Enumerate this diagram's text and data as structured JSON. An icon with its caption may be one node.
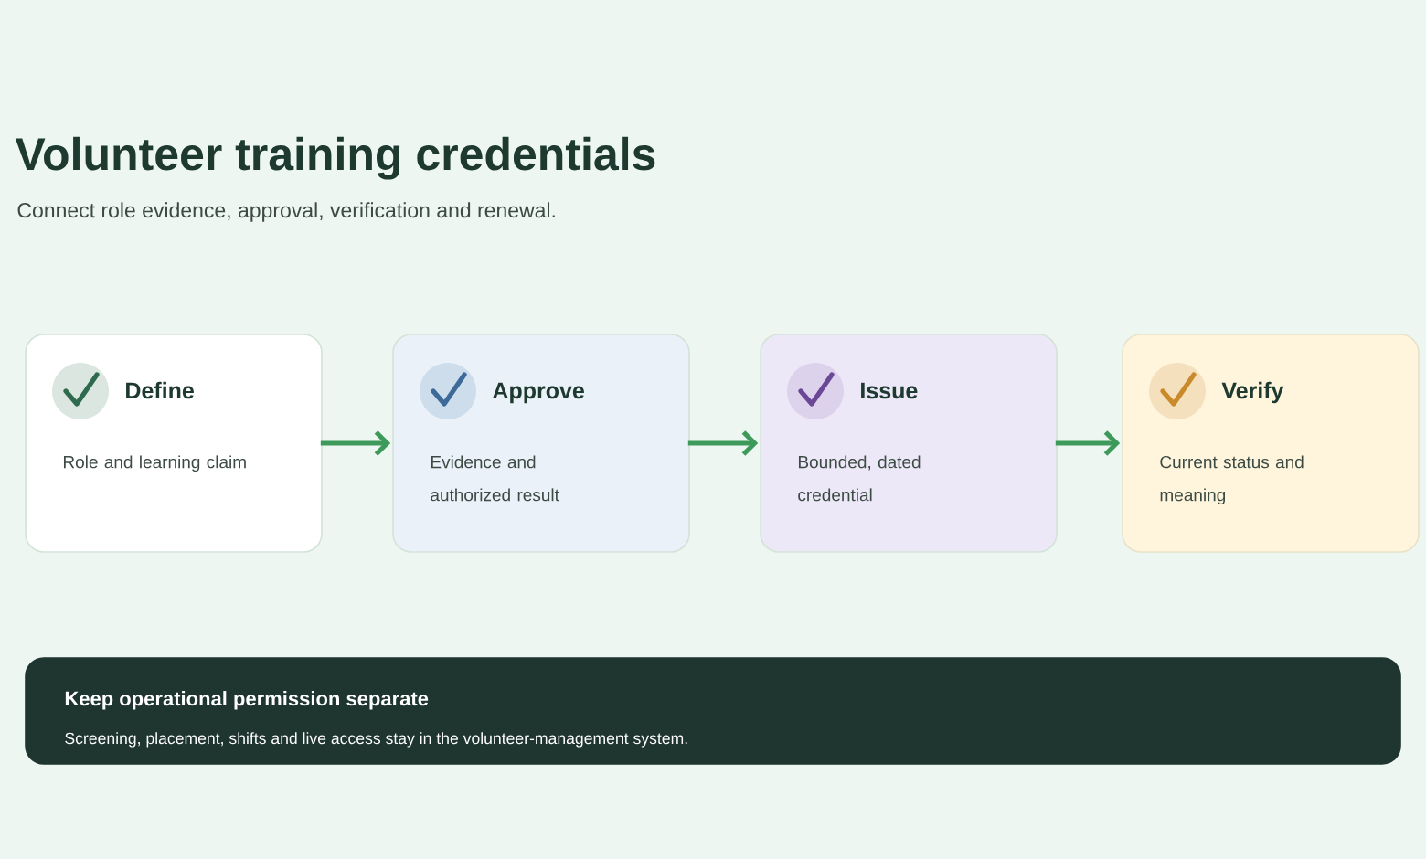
{
  "diagram": {
    "title": "Volunteer training credentials",
    "caption": "Connect role evidence, approval, verification and renewal.",
    "nodes": [
      {
        "text": [
          "Define",
          "Role and learning claim"
        ]
      },
      {
        "text": [
          "Approve",
          "Evidence and authorized result"
        ]
      },
      {
        "text": [
          "Issue",
          "Bounded, dated credential"
        ]
      },
      {
        "text": [
          "Verify",
          "Current status and meaning"
        ]
      },
      {
        "text": [
          "Keep operational permission separate",
          "Screening, placement, shifts and live access stay in the volunteer-management system."
        ]
      }
    ],
    "edges": [
      {
        "from": 0,
        "to": 1,
        "arrow": "to"
      },
      {
        "from": 1,
        "to": 2,
        "arrow": "to"
      },
      {
        "from": 2,
        "to": 3,
        "arrow": "to"
      }
    ]
  }
}
